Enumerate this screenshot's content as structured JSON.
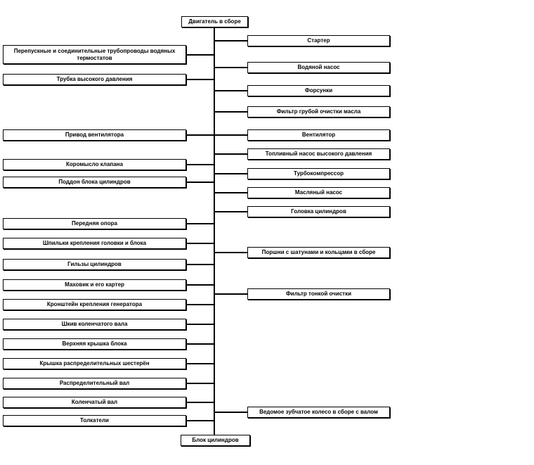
{
  "diagram": {
    "root": {
      "label": "Двигатель в сборе"
    },
    "bottom": {
      "label": "Блок цилиндров"
    },
    "left_nodes": [
      {
        "label": "Перепускные и соединительные трубопроводы водяных термостатов"
      },
      {
        "label": "Трубка высокого давления"
      },
      {
        "label": "Привод вентилятора"
      },
      {
        "label": "Коромысло клапана"
      },
      {
        "label": "Поддон блока цилиндров"
      },
      {
        "label": "Передняя опора"
      },
      {
        "label": "Шпильки крепления головки и блока"
      },
      {
        "label": "Гильзы цилиндров"
      },
      {
        "label": "Маховик и его картер"
      },
      {
        "label": "Кронштейн крепления генератора"
      },
      {
        "label": "Шкив коленчатого вала"
      },
      {
        "label": "Верхняя крышка блока"
      },
      {
        "label": "Крышка распределительных шестерён"
      },
      {
        "label": "Распределительный вал"
      },
      {
        "label": "Коленчатый вал"
      },
      {
        "label": "Толкатели"
      }
    ],
    "right_nodes": [
      {
        "label": "Стартер"
      },
      {
        "label": "Водяной насос"
      },
      {
        "label": "Форсунки"
      },
      {
        "label": "Фильтр грубой очистки масла"
      },
      {
        "label": "Вентилятор"
      },
      {
        "label": "Топливный насос высокого давления"
      },
      {
        "label": "Турбокомпрессор"
      },
      {
        "label": "Масляный насос"
      },
      {
        "label": "Головка цилиндров"
      },
      {
        "label": "Поршни с шатунами и кольцами в сборе"
      },
      {
        "label": "Фильтр тонкой очистки"
      },
      {
        "label": "Ведомое зубчатое колесо в сборе с валом"
      }
    ],
    "line_color": "#000000"
  }
}
